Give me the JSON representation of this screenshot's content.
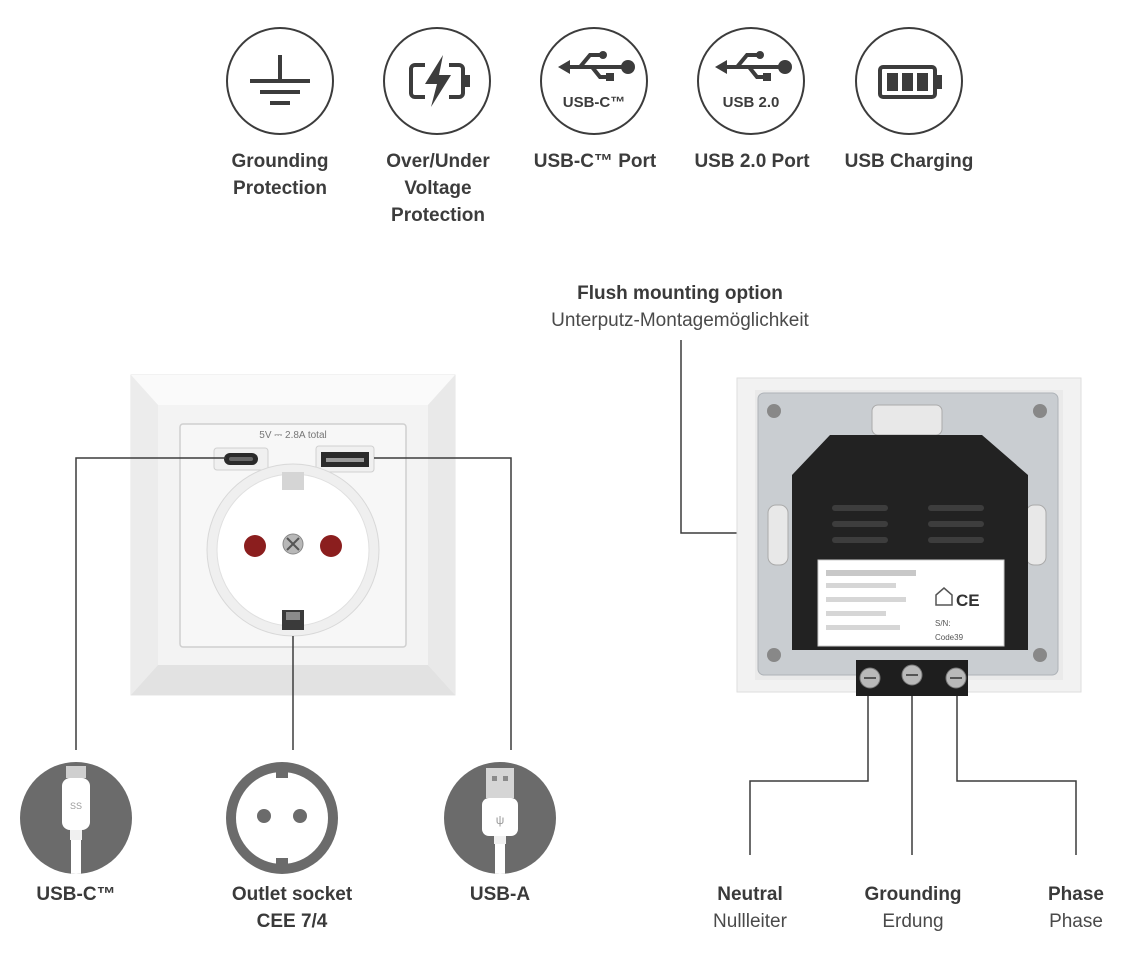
{
  "features": [
    {
      "icon": "grounding-icon",
      "label": "Grounding Protection"
    },
    {
      "icon": "voltage-protection-icon",
      "label": "Over/Under Voltage Protection"
    },
    {
      "icon": "usb-c-icon",
      "icon_text": "USB-C™",
      "label": "USB-C™ Port"
    },
    {
      "icon": "usb-2-icon",
      "icon_text": "USB 2.0",
      "label": "USB 2.0 Port"
    },
    {
      "icon": "battery-charging-icon",
      "label": "USB Charging"
    }
  ],
  "front": {
    "rating_text": "5V ⎓ 2.8A total",
    "callouts": [
      {
        "icon": "usb-c-cable-icon",
        "title": "USB-C™",
        "subtitle": ""
      },
      {
        "icon": "outlet-socket-icon",
        "title": "Outlet socket",
        "subtitle": "CEE 7/4"
      },
      {
        "icon": "usb-a-cable-icon",
        "title": "USB-A",
        "subtitle": ""
      }
    ]
  },
  "back": {
    "flush": {
      "title": "Flush mounting option",
      "subtitle": "Unterputz-Montagemöglichkeit"
    },
    "label_sn": "S/N:",
    "label_code": "Code39",
    "terminals": [
      {
        "title": "Neutral",
        "subtitle": "Nullleiter"
      },
      {
        "title": "Grounding",
        "subtitle": "Erdung"
      },
      {
        "title": "Phase",
        "subtitle": "Phase"
      }
    ]
  },
  "colors": {
    "accent": "#3c3c3c",
    "callout_gray": "#6b6b6b",
    "plate": "#f2f2f2",
    "module": "#222222",
    "pin_red": "#8b1e1e"
  }
}
